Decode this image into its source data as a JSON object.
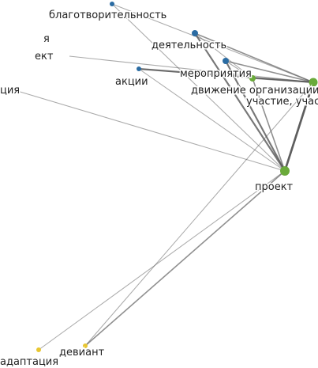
{
  "graph": {
    "colors": {
      "blue": "#2b6ca3",
      "green": "#6aaa3a",
      "yellow": "#e8c630",
      "edge": "#555555"
    },
    "nodes": [
      {
        "id": "blago",
        "label": "благотворительность",
        "group": "blue"
      },
      {
        "id": "deyat",
        "label": "деятельность",
        "group": "blue"
      },
      {
        "id": "meropr",
        "label": "мероприятия",
        "group": "blue"
      },
      {
        "id": "akcii",
        "label": "акции",
        "group": "blue"
      },
      {
        "id": "dvizh",
        "label": "движение организации",
        "group": "green"
      },
      {
        "id": "uchast",
        "label": "участие, участ",
        "group": "green"
      },
      {
        "id": "proekt",
        "label": "проект",
        "group": "green"
      },
      {
        "id": "deviant",
        "label": "девиант",
        "group": "yellow"
      },
      {
        "id": "adapt",
        "label": "адаптация",
        "group": "yellow"
      },
      {
        "id": "clip1",
        "label": "я",
        "group": "none"
      },
      {
        "id": "clip2",
        "label": "ект",
        "group": "none"
      },
      {
        "id": "clip3",
        "label": "ция",
        "group": "none"
      }
    ],
    "edges": [
      {
        "source": "blago",
        "target": "uchast",
        "weight": 1
      },
      {
        "source": "blago",
        "target": "proekt",
        "weight": 1
      },
      {
        "source": "deyat",
        "target": "uchast",
        "weight": 2
      },
      {
        "source": "deyat",
        "target": "proekt",
        "weight": 3
      },
      {
        "source": "deyat",
        "target": "dvizh",
        "weight": 1
      },
      {
        "source": "meropr",
        "target": "uchast",
        "weight": 2
      },
      {
        "source": "meropr",
        "target": "proekt",
        "weight": 3
      },
      {
        "source": "meropr",
        "target": "dvizh",
        "weight": 1
      },
      {
        "source": "akcii",
        "target": "uchast",
        "weight": 3
      },
      {
        "source": "akcii",
        "target": "dvizh",
        "weight": 1
      },
      {
        "source": "akcii",
        "target": "proekt",
        "weight": 1
      },
      {
        "source": "dvizh",
        "target": "uchast",
        "weight": 2
      },
      {
        "source": "dvizh",
        "target": "proekt",
        "weight": 2
      },
      {
        "source": "uchast",
        "target": "proekt",
        "weight": 4
      },
      {
        "source": "proekt",
        "target": "deviant",
        "weight": 2
      },
      {
        "source": "uchast",
        "target": "deviant",
        "weight": 1
      },
      {
        "source": "proekt",
        "target": "adapt",
        "weight": 1
      },
      {
        "source": "clip2",
        "target": "uchast",
        "weight": 1
      },
      {
        "source": "clip3",
        "target": "proekt",
        "weight": 1
      }
    ]
  }
}
